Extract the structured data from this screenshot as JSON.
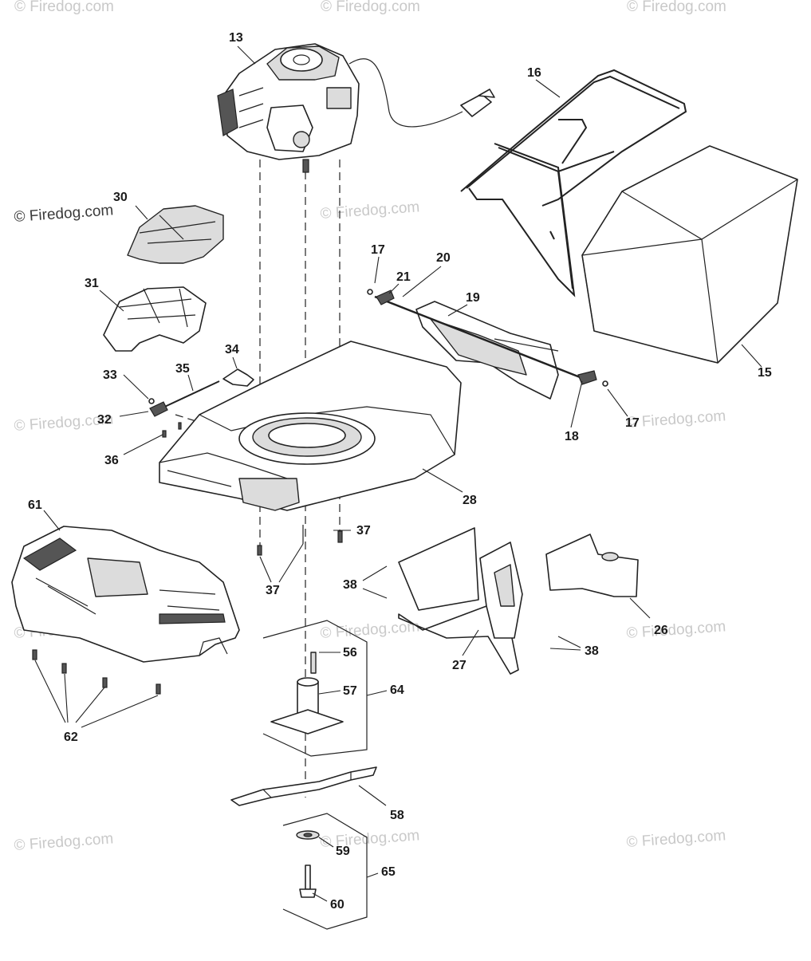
{
  "watermark": {
    "text": "© Firedog.com",
    "color_light": "#c9c9c9",
    "color_dark": "#3a3a3a"
  },
  "callouts": {
    "c13": "13",
    "c16": "16",
    "c15": "15",
    "c30": "30",
    "c31": "31",
    "c17a": "17",
    "c17b": "17",
    "c20": "20",
    "c21": "21",
    "c19": "19",
    "c18": "18",
    "c34": "34",
    "c35": "35",
    "c33": "33",
    "c32": "32",
    "c36": "36",
    "c28": "28",
    "c61": "61",
    "c37a": "37",
    "c37b": "37",
    "c38a": "38",
    "c38b": "38",
    "c26": "26",
    "c27": "27",
    "c56": "56",
    "c57": "57",
    "c64": "64",
    "c62": "62",
    "c58": "58",
    "c59": "59",
    "c60": "60",
    "c65": "65"
  },
  "parts": {
    "engine": "engine-icon",
    "bag_frame": "grass-bag-frame-icon",
    "bag": "grass-bag-icon",
    "deck": "mower-deck-icon",
    "rear_door": "rear-door-icon",
    "front_cover": "front-cover-icon",
    "blade": "blade-icon",
    "adapter": "blade-adapter-icon"
  }
}
